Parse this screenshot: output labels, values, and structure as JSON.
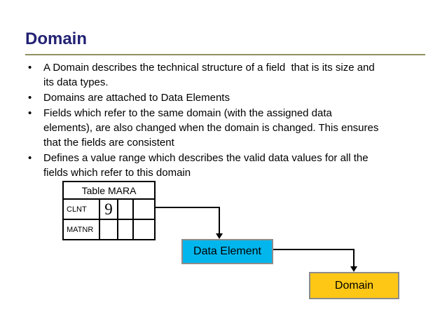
{
  "slide": {
    "title": "Domain",
    "title_color": "#232274",
    "rule_color": "#8F8F62",
    "text_color": "#000000"
  },
  "glyphs": {
    "bullet": "•"
  },
  "bullets": [
    {
      "text": "A Domain describes the technical structure of a field  that is its size and\nits data types."
    },
    {
      "text": "Domains are attached to Data Elements"
    },
    {
      "text": "Fields which refer to the same domain (with the assigned data\nelements), are also changed when the domain is changed. This ensures\nthat the fields are consistent"
    },
    {
      "text": "Defines a value range which describes the valid data values for all the\nfields which refer to this domain"
    }
  ],
  "diagram": {
    "table": {
      "title": "Table MARA",
      "rows": [
        {
          "label": "CLNT",
          "value": "9"
        },
        {
          "label": "MATNR",
          "value": ""
        }
      ]
    },
    "data_element_box": {
      "label": "Data Element",
      "fill": "#00B6ED",
      "border": "#8C8C8C"
    },
    "domain_box": {
      "label": "Domain",
      "fill": "#FFC715",
      "border": "#8C8C8C"
    },
    "connector_color": "#000000"
  }
}
